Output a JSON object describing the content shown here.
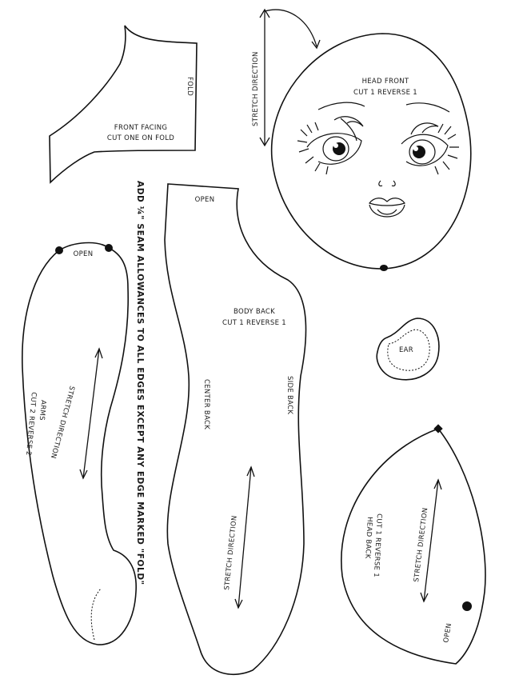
{
  "pieces": {
    "front_facing": {
      "fold_label": "FOLD",
      "title": "FRONT FACING",
      "instruction": "CUT ONE ON FOLD"
    },
    "head_front": {
      "title": "HEAD FRONT",
      "instruction": "CUT 1 REVERSE 1",
      "stretch_label": "STRETCH DIRECTION"
    },
    "body_back": {
      "open_label": "OPEN",
      "title": "BODY BACK",
      "instruction": "CUT 1 REVERSE 1",
      "center_label": "CENTER BACK",
      "side_label": "SIDE BACK",
      "stretch_label": "STRETCH DIRECTION"
    },
    "arms": {
      "open_label": "OPEN",
      "title": "ARMS",
      "instruction": "CUT 2 REVERSE 2",
      "stretch_label": "STRETCH DIRECTION"
    },
    "ear": {
      "title": "EAR"
    },
    "head_back": {
      "title": "HEAD BACK",
      "instruction": "CUT 1 REVERSE 1",
      "stretch_label": "STRETCH DIRECTION",
      "open_label": "OPEN"
    }
  },
  "seam_note": "ADD ¼\" SEAM ALLOWANCES TO ALL EDGES EXCEPT ANY EDGE MARKED \"FOLD\""
}
